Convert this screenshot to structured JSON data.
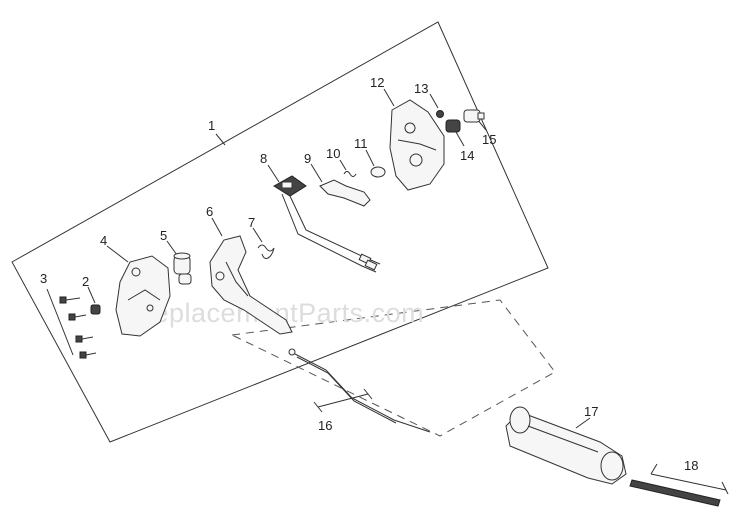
{
  "diagram": {
    "watermark": "eReplacementParts.com",
    "callouts": {
      "p1": "1",
      "p2": "2",
      "p3": "3",
      "p4": "4",
      "p5": "5",
      "p6": "6",
      "p7": "7",
      "p8": "8",
      "p9": "9",
      "p10": "10",
      "p11": "11",
      "p12": "12",
      "p13": "13",
      "p14": "14",
      "p15": "15",
      "p16": "16",
      "p17": "17",
      "p18": "18"
    }
  }
}
